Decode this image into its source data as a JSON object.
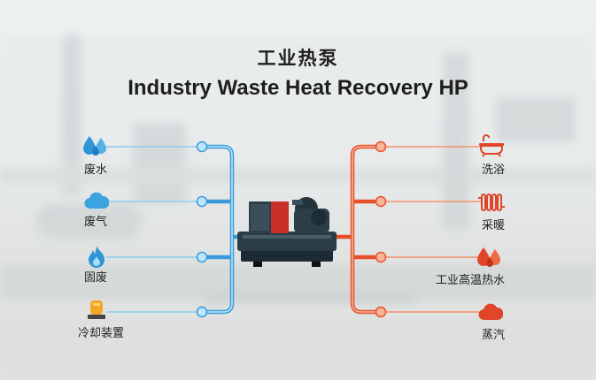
{
  "title_cn": "工业热泵",
  "title_en": "Industry Waste Heat Recovery HP",
  "sources": [
    {
      "label": "废水",
      "icon": "water-drops-icon"
    },
    {
      "label": "废气",
      "icon": "cloud-icon"
    },
    {
      "label": "固废",
      "icon": "flame-icon"
    },
    {
      "label": "冷却装置",
      "icon": "cooling-unit-icon"
    }
  ],
  "outputs": [
    {
      "label": "洗浴",
      "icon": "bathtub-icon"
    },
    {
      "label": "采暖",
      "icon": "radiator-icon"
    },
    {
      "label": "工业高温热水",
      "icon": "hot-water-drops-icon"
    },
    {
      "label": "蒸汽",
      "icon": "steam-cloud-icon"
    }
  ],
  "colors": {
    "cold": "#3a9ad9",
    "cold_light": "#9fd6f3",
    "hot": "#e8502a",
    "hot_light": "#f7a07e"
  }
}
